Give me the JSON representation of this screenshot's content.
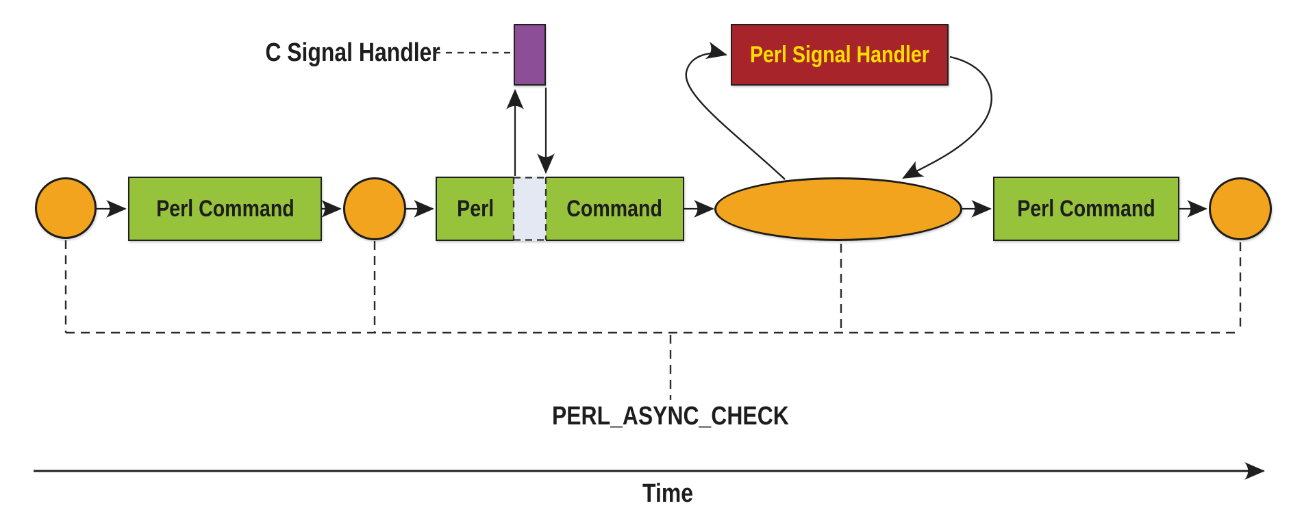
{
  "labels": {
    "c_signal_handler": "C Signal Handler",
    "perl_signal_handler": "Perl Signal Handler",
    "perl_async_check": "PERL_ASYNC_CHECK",
    "time_axis": "Time"
  },
  "timeline": {
    "command_box_1": "Perl Command",
    "interrupted_box_perl": "Perl",
    "interrupted_box_command": "Command",
    "command_box_2": "Perl Command"
  },
  "colors": {
    "background": "#FFFFFF",
    "green": "#97C23C",
    "orange": "#F3A41E",
    "purple": "#8C4E97",
    "red": "#A8242B",
    "yellow_text": "#FFDD00",
    "gap_fill": "#E4E8F2",
    "line": "#1F1F1F",
    "dashed": "#2B2B2B"
  }
}
